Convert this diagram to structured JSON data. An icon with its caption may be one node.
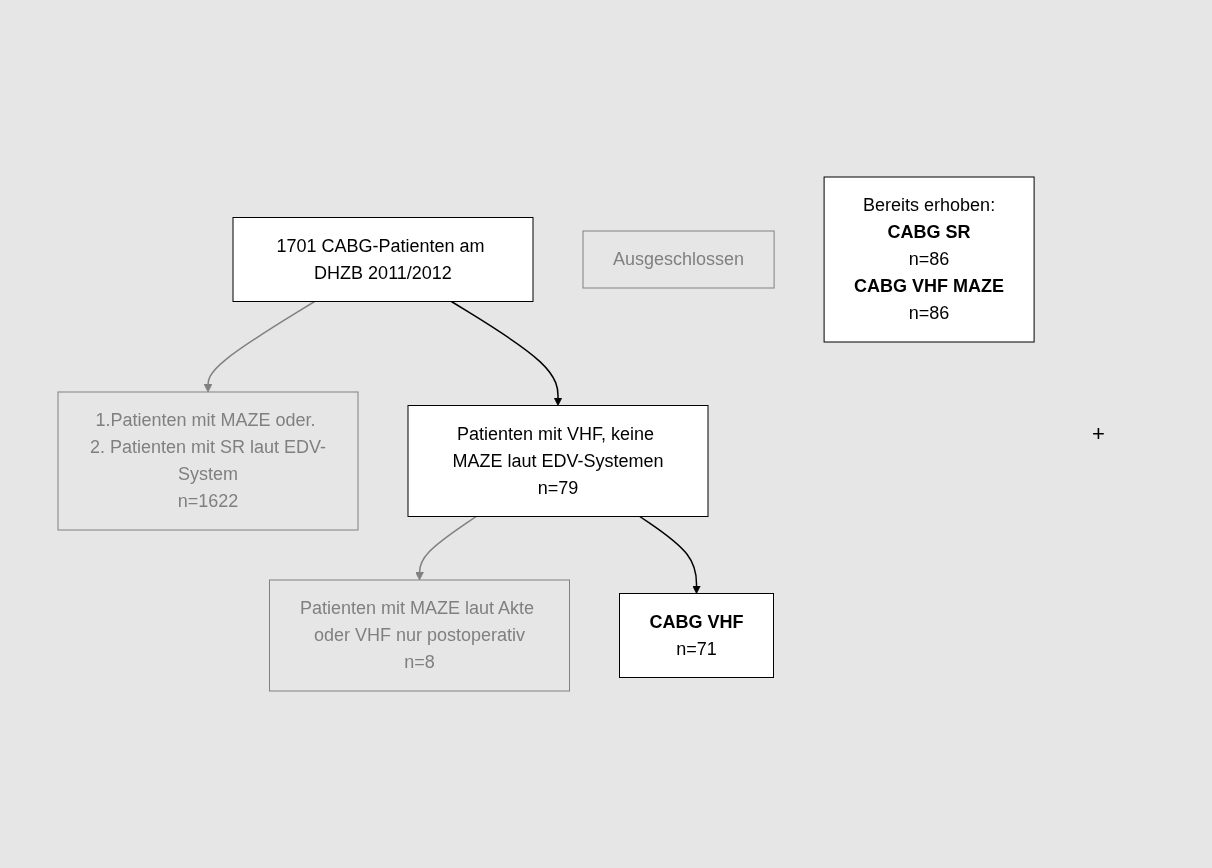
{
  "diagram": {
    "nodes": [
      {
        "text": [
          "1701 CABG-Patienten am DHZB 2011/2012"
        ]
      },
      {
        "text": [
          "1.Patienten mit MAZE oder. 2. Patienten mit SR laut EDV-System",
          "n=1622"
        ]
      },
      {
        "text": [
          "Patienten mit VHF, keine MAZE laut EDV-Systemen",
          "n=79"
        ]
      },
      {
        "text": [
          "Ausgeschlossen"
        ]
      },
      {
        "text": [
          "Patienten mit MAZE laut Akte oder VHF nur postoperativ",
          "n=8"
        ]
      },
      {
        "text": [
          "CABG VHF",
          "n=71"
        ]
      },
      {
        "text": [
          "Bereits erhoben:",
          "CABG SR",
          "n=86",
          "CABG VHF MAZE",
          "n=86"
        ]
      }
    ],
    "edges": [
      {
        "from": 0,
        "to": 1,
        "arrow": "to",
        "color": "#808080"
      },
      {
        "from": 0,
        "to": 2,
        "arrow": "to",
        "color": "#000000"
      },
      {
        "from": 2,
        "to": 4,
        "arrow": "to",
        "color": "#808080"
      },
      {
        "from": 2,
        "to": 5,
        "arrow": "to",
        "color": "#000000"
      }
    ],
    "labels": [
      "+"
    ]
  }
}
